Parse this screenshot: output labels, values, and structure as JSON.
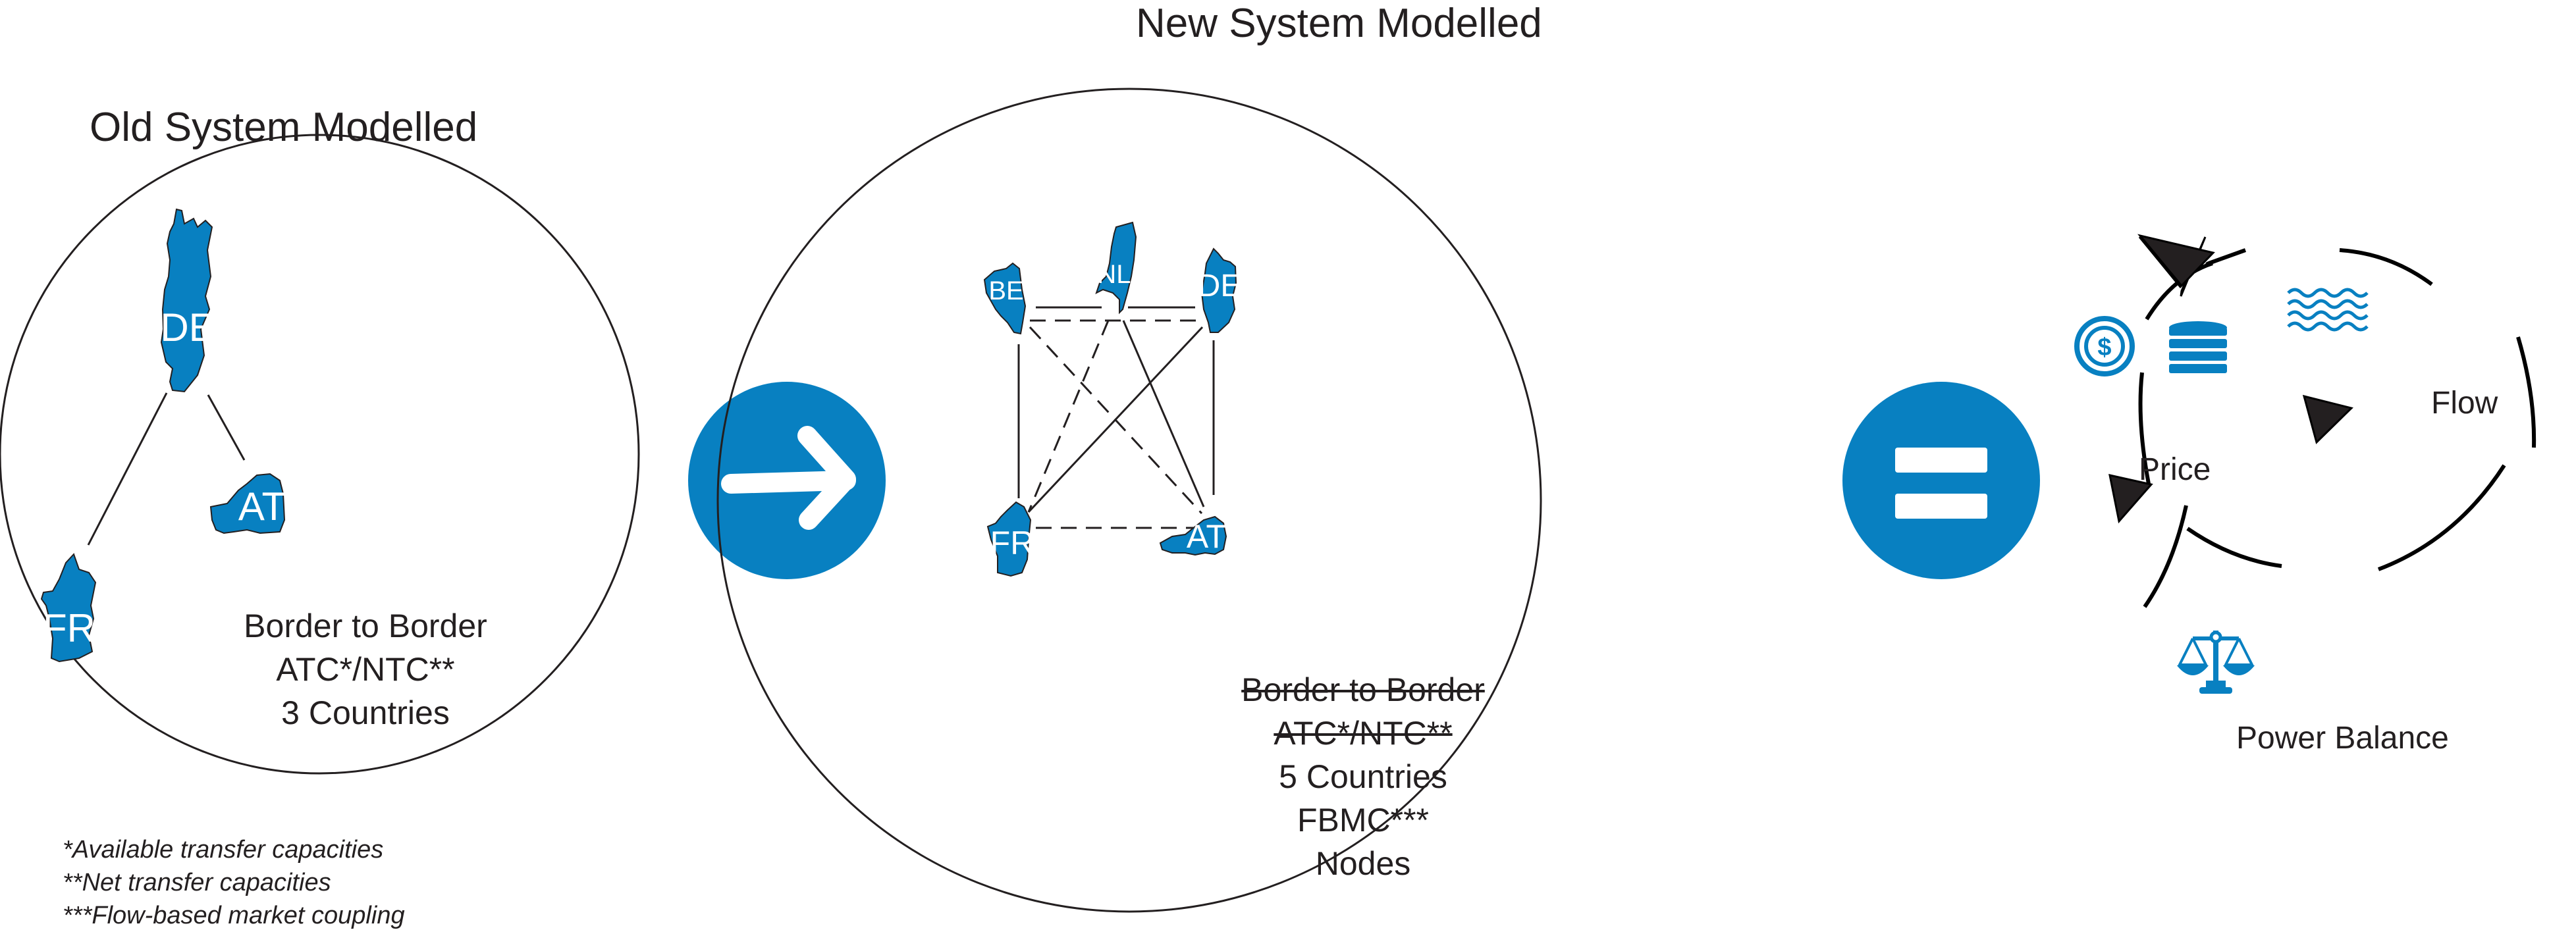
{
  "colors": {
    "accent": "#0880c1",
    "ink": "#231f20",
    "background": "#ffffff"
  },
  "old_system": {
    "title": "Old System Modelled",
    "countries": [
      "DE",
      "AT",
      "FR"
    ],
    "lines": [
      "Border to Border",
      "ATC*/NTC**",
      "3 Countries"
    ]
  },
  "new_system": {
    "title": "New System Modelled",
    "countries": [
      "BE",
      "NL",
      "DE",
      "FR",
      "AT"
    ],
    "struck_lines": [
      "Border to Border",
      "ATC*/NTC**"
    ],
    "lines": [
      "5 Countries",
      "FBMC***",
      "Nodes"
    ]
  },
  "footnotes": [
    "*Available transfer capacities",
    "**Net transfer capacities",
    "***Flow-based market coupling"
  ],
  "operators": {
    "arrow": "arrow-right-icon",
    "equals": "equals-icon"
  },
  "cycle": {
    "items": [
      {
        "label": "Price",
        "icon": "coins-dollar-icon"
      },
      {
        "label": "Flow",
        "icon": "waves-icon"
      },
      {
        "label": "Power Balance",
        "icon": "scales-icon"
      }
    ]
  }
}
